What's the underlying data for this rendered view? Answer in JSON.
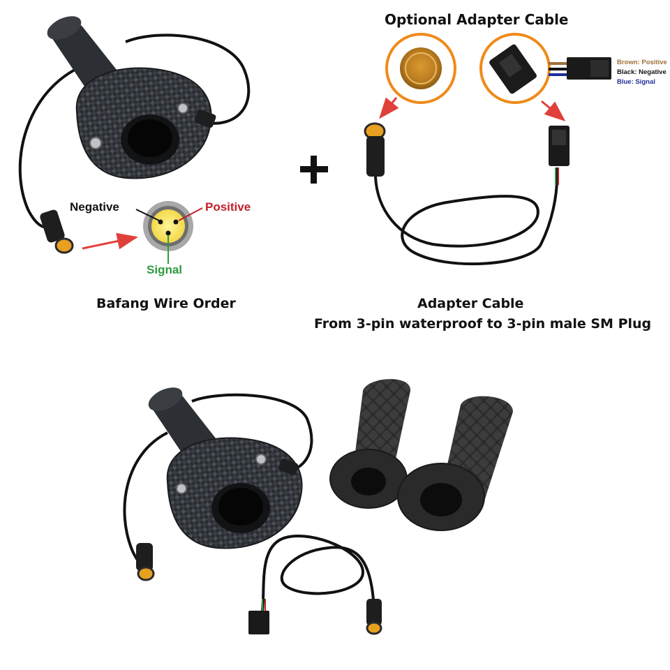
{
  "top_left": {
    "pins": {
      "negative": "Negative",
      "positive": "Positive",
      "signal": "Signal"
    },
    "caption": "Bafang Wire Order"
  },
  "plus_sign": "+",
  "top_right": {
    "title": "Optional Adapter Cable",
    "legend": {
      "brown": "Brown: Positive",
      "black": "Black: Negative",
      "blue": "Blue: Signal"
    },
    "caption_line1": "Adapter Cable",
    "caption_line2": "From 3-pin waterproof to 3-pin male SM Plug"
  },
  "colors": {
    "positive_red": "#c0202a",
    "signal_green": "#2e9a3e",
    "brown_wire": "#a0703a",
    "blue_wire": "#1d2f9a",
    "arrow_red": "#e0403a",
    "connector_yellow": "#e8a020",
    "circle_orange": "#f08a1a"
  }
}
